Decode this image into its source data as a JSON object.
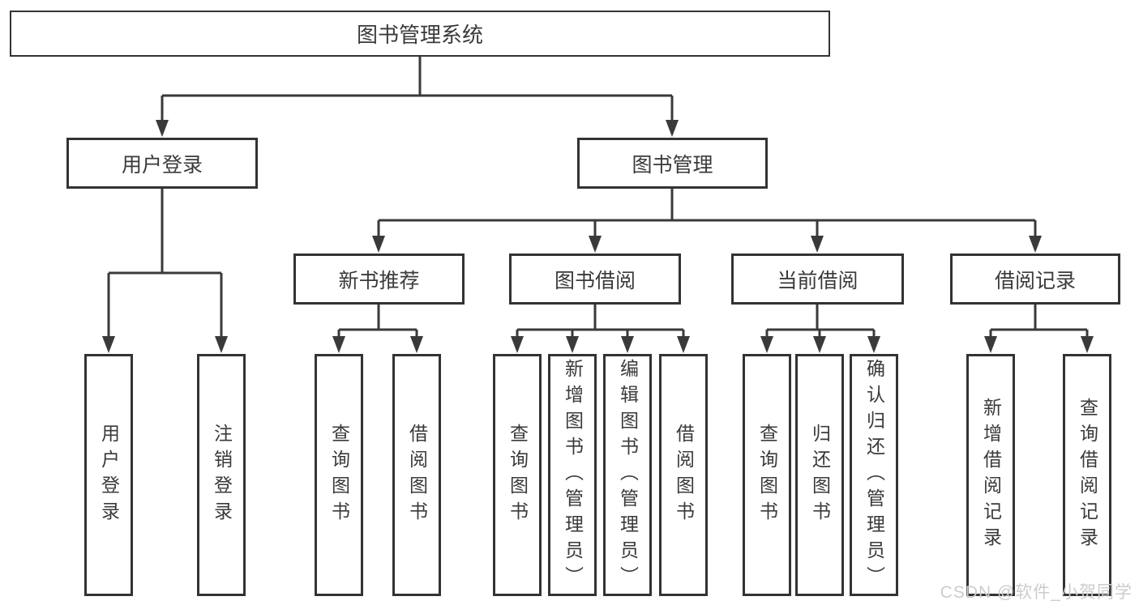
{
  "diagram": {
    "root": {
      "label": "图书管理系统"
    },
    "level2": [
      {
        "label": "用户登录"
      },
      {
        "label": "图书管理"
      }
    ],
    "level3": [
      {
        "label": "新书推荐"
      },
      {
        "label": "图书借阅"
      },
      {
        "label": "当前借阅"
      },
      {
        "label": "借阅记录"
      }
    ],
    "leaves": [
      {
        "label": "用户登录"
      },
      {
        "label": "注销登录"
      },
      {
        "label": "查询图书"
      },
      {
        "label": "借阅图书"
      },
      {
        "label": "查询图书"
      },
      {
        "label": "新增图书（管理员）"
      },
      {
        "label": "编辑图书（管理员）"
      },
      {
        "label": "借阅图书"
      },
      {
        "label": "查询图书"
      },
      {
        "label": "归还图书"
      },
      {
        "label": "确认归还（管理员）"
      },
      {
        "label": "新增借阅记录"
      },
      {
        "label": "查询借阅记录"
      }
    ]
  },
  "watermark": {
    "text": "CSDN @软件_小贺同学"
  },
  "colors": {
    "line": "#3a3a3a",
    "text": "#3a3a3a",
    "background": "#ffffff",
    "watermark": "#c9ccd1"
  }
}
